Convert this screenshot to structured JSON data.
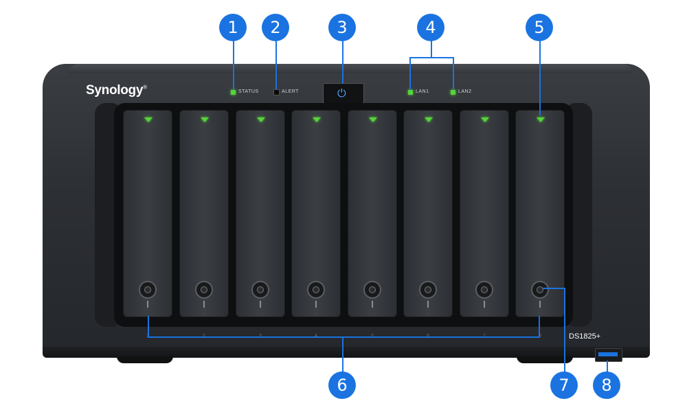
{
  "brand": {
    "name": "Synology",
    "mark": "®"
  },
  "model": "DS1825+",
  "leds": {
    "status": "STATUS",
    "alert": "ALERT",
    "lan1": "LAN1",
    "lan2": "LAN2"
  },
  "power_icon": "power-icon",
  "callouts": [
    "1",
    "2",
    "3",
    "4",
    "5",
    "6",
    "7",
    "8"
  ],
  "bays": [
    "1",
    "2",
    "3",
    "4",
    "5",
    "6",
    "7",
    "8"
  ],
  "colors": {
    "callout": "#1a73e0",
    "led_green": "#56d43a",
    "chassis": "#2d3035",
    "power_glow": "#4ea3ff"
  }
}
